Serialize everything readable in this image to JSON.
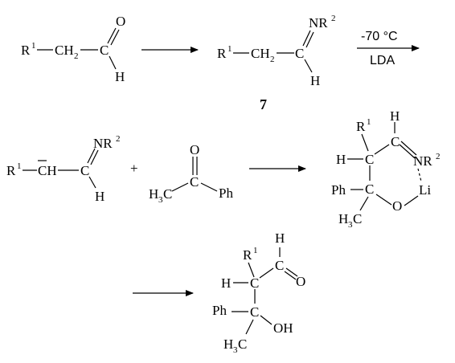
{
  "reactant_aldehyde": {
    "r": "R",
    "r_sup": "1",
    "ch": "CH",
    "ch_sub": "2",
    "c": "C",
    "o": "O",
    "h": "H"
  },
  "imine_7": {
    "r": "R",
    "r_sup": "1",
    "ch": "CH",
    "ch_sub": "2",
    "c": "C",
    "nr": "NR",
    "nr_sup": "2",
    "h": "H",
    "label": "7"
  },
  "conditions": {
    "temperature": "-70 °C",
    "base": "LDA"
  },
  "azaenolate": {
    "r": "R",
    "r_sup": "1",
    "ch": "CH",
    "c": "C",
    "nr": "NR",
    "nr_sup": "2",
    "h": "H"
  },
  "plus": "+",
  "acetophenone": {
    "o": "O",
    "c": "C",
    "h3c": "H",
    "h3c_sub": "3",
    "h3c_c": "C",
    "ph": "Ph"
  },
  "transition_state": {
    "r": "R",
    "r_sup": "1",
    "h_top": "H",
    "h_left": "H",
    "c1": "C",
    "c2": "C",
    "c3": "C",
    "nr": "NR",
    "nr_sup": "2",
    "li": "Li",
    "ph": "Ph",
    "o": "O",
    "h3c": "H",
    "h3c_sub": "3",
    "h3c_c": "C"
  },
  "product": {
    "r": "R",
    "r_sup": "1",
    "h_ald": "H",
    "c_ald": "C",
    "o": "O",
    "h_left": "H",
    "c1": "C",
    "c2": "C",
    "ph": "Ph",
    "oh": "OH",
    "h3c": "H",
    "h3c_sub": "3",
    "h3c_c": "C"
  }
}
